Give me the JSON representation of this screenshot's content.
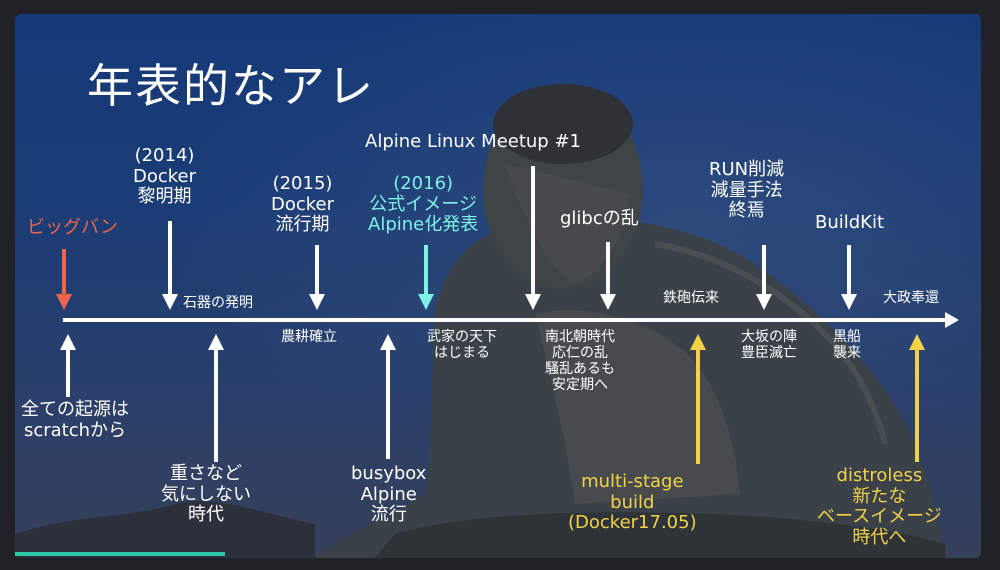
{
  "slide": {
    "title": "年表的なアレ",
    "above": [
      {
        "id": "bigbang",
        "lines": [
          "ビッグバン"
        ]
      },
      {
        "id": "docker2014",
        "lines": [
          "(2014)",
          "Docker",
          "黎明期"
        ]
      },
      {
        "id": "stone",
        "lines": [
          "石器の発明"
        ]
      },
      {
        "id": "docker2015",
        "lines": [
          "(2015)",
          "Docker",
          "流行期"
        ]
      },
      {
        "id": "alpine2016",
        "lines": [
          "(2016)",
          "公式イメージ",
          "Alpine化発表"
        ]
      },
      {
        "id": "meetup",
        "lines": [
          "Alpine Linux Meetup #1"
        ]
      },
      {
        "id": "glibc",
        "lines": [
          "glibcの乱"
        ]
      },
      {
        "id": "gun",
        "lines": [
          "鉄砲伝来"
        ]
      },
      {
        "id": "run",
        "lines": [
          "RUN削減",
          "減量手法",
          "終焉"
        ]
      },
      {
        "id": "buildkit",
        "lines": [
          "BuildKit"
        ]
      },
      {
        "id": "taisei",
        "lines": [
          "大政奉還"
        ]
      }
    ],
    "below": [
      {
        "id": "noko",
        "lines": [
          "農耕確立"
        ]
      },
      {
        "id": "buke",
        "lines": [
          "武家の天下",
          "はじまる"
        ]
      },
      {
        "id": "nanboku",
        "lines": [
          "南北朝時代",
          "応仁の乱",
          "騒乱あるも",
          "安定期へ"
        ]
      },
      {
        "id": "osaka",
        "lines": [
          "大坂の陣",
          "豊臣滅亡"
        ]
      },
      {
        "id": "kurofune",
        "lines": [
          "黒船",
          "襲来"
        ]
      },
      {
        "id": "scratch",
        "lines": [
          "全ての起源は",
          "scratchから"
        ]
      },
      {
        "id": "jusa",
        "lines": [
          "重さなど",
          "気にしない",
          "時代"
        ]
      },
      {
        "id": "busybox",
        "lines": [
          "busybox",
          "Alpine",
          "流行"
        ]
      },
      {
        "id": "multistage",
        "lines": [
          "multi-stage",
          "build",
          "(Docker17.05)"
        ]
      },
      {
        "id": "distroless",
        "lines": [
          "distroless",
          "新たな",
          "ベースイメージ",
          "時代へ"
        ]
      }
    ],
    "colors": {
      "red": "#f0644c",
      "cyan": "#7ff0e6",
      "yellow": "#f3d24a",
      "white": "#ffffff"
    }
  },
  "presentation": {
    "progress": 0.22
  }
}
